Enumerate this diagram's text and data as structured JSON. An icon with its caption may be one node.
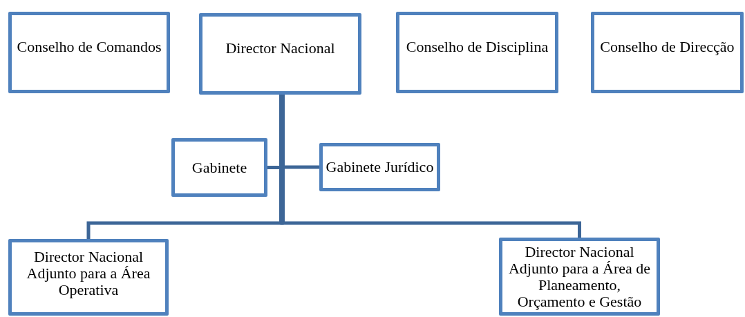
{
  "diagram": {
    "nodes": [
      {
        "text": [
          "Conselho de Comandos"
        ]
      },
      {
        "text": [
          "Director Nacional"
        ]
      },
      {
        "text": [
          "Conselho de Disciplina"
        ]
      },
      {
        "text": [
          "Conselho de Direcção"
        ]
      },
      {
        "text": [
          "Gabinete"
        ]
      },
      {
        "text": [
          "Gabinete Jurídico"
        ]
      },
      {
        "text": [
          "Director Nacional Adjunto para a Área Operativa"
        ]
      },
      {
        "text": [
          "Director Nacional Adjunto para a Área de Planeamento, Orçamento e Gestão"
        ]
      }
    ],
    "edges": [
      {
        "from": 1,
        "to": 4,
        "arrow": "none"
      },
      {
        "from": 1,
        "to": 5,
        "arrow": "none"
      },
      {
        "from": 1,
        "to": 6,
        "arrow": "none"
      },
      {
        "from": 1,
        "to": 7,
        "arrow": "none"
      }
    ]
  }
}
